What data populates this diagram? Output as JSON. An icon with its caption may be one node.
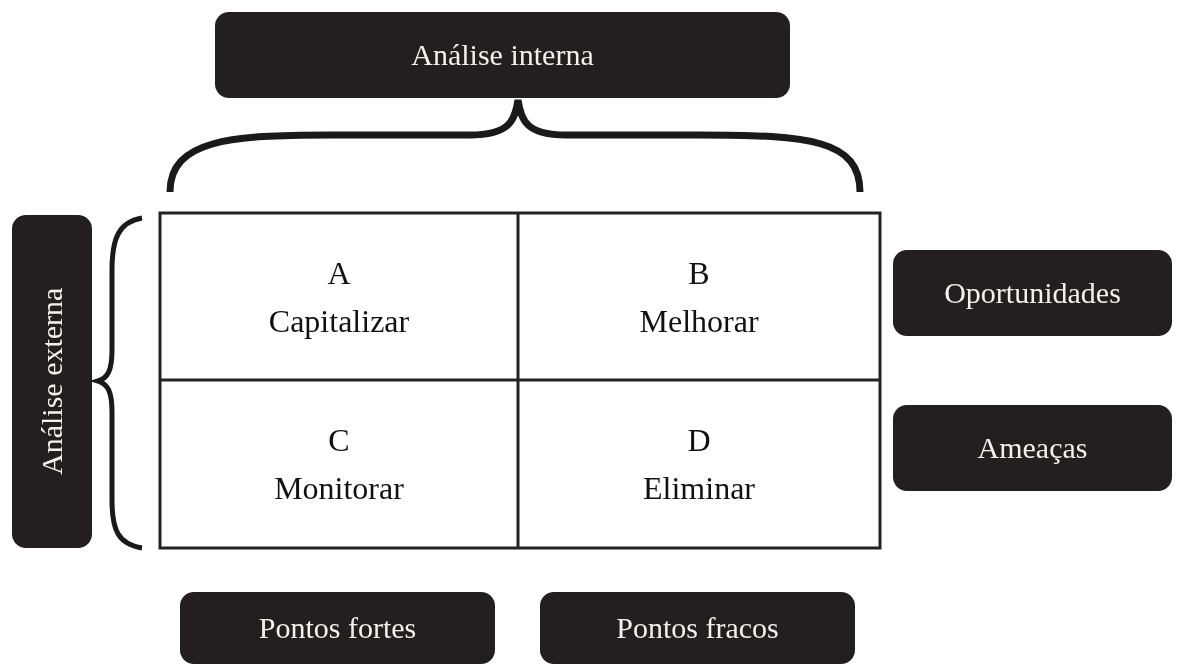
{
  "diagram": {
    "nodes": [
      {
        "text": [
          "Análise interna"
        ]
      },
      {
        "text": [
          "Análise externa"
        ]
      },
      {
        "text": [
          "Oportunidades"
        ]
      },
      {
        "text": [
          "Ameaças"
        ]
      },
      {
        "text": [
          "A",
          "Capitalizar"
        ]
      },
      {
        "text": [
          "B",
          "Melhorar"
        ]
      },
      {
        "text": [
          "C",
          "Monitorar"
        ]
      },
      {
        "text": [
          "D",
          "Eliminar"
        ]
      },
      {
        "text": [
          "Pontos fortes"
        ]
      },
      {
        "text": [
          "Pontos fracos"
        ]
      }
    ]
  }
}
